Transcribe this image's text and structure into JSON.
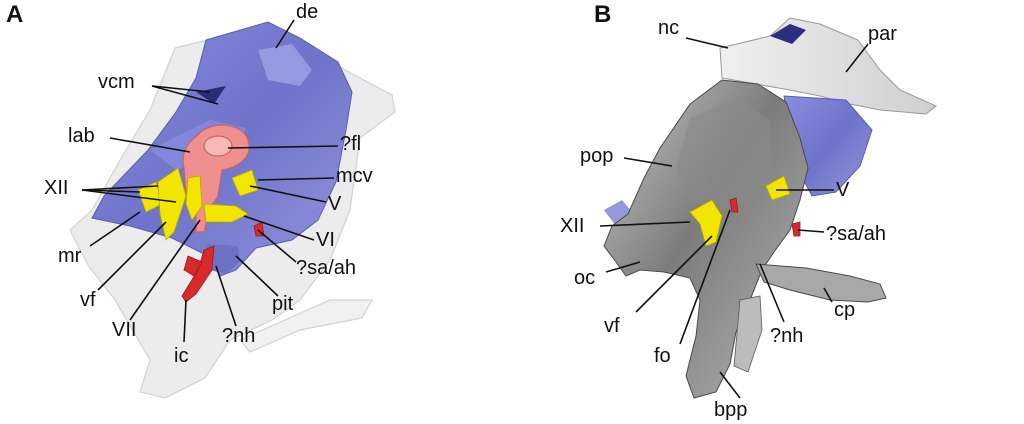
{
  "panels": [
    {
      "letter": "A"
    },
    {
      "letter": "B"
    }
  ],
  "labels_a": {
    "de": "de",
    "vcm": "vcm",
    "lab": "lab",
    "fl": "?fl",
    "mcv": "mcv",
    "xii": "XII",
    "v": "V",
    "vi": "VI",
    "mr": "mr",
    "sa_ah": "?sa/ah",
    "pit": "pit",
    "vf": "vf",
    "vii": "VII",
    "ic": "ic",
    "nh": "?nh"
  },
  "labels_b": {
    "nc": "nc",
    "par": "par",
    "pop": "pop",
    "v": "V",
    "xii": "XII",
    "sa_ah": "?sa/ah",
    "oc": "oc",
    "cp": "cp",
    "vf": "vf",
    "nh": "?nh",
    "fo": "fo",
    "bpp": "bpp"
  },
  "colors": {
    "bone_ghost": "#e9e9e9",
    "blue_endocast": "#7b7fd2",
    "pink_labyrinth": "#ef8f8f",
    "yellow_nerves": "#f2e600",
    "red_vessels": "#d82a2a",
    "grey_braincase": "#9a9a9a"
  }
}
